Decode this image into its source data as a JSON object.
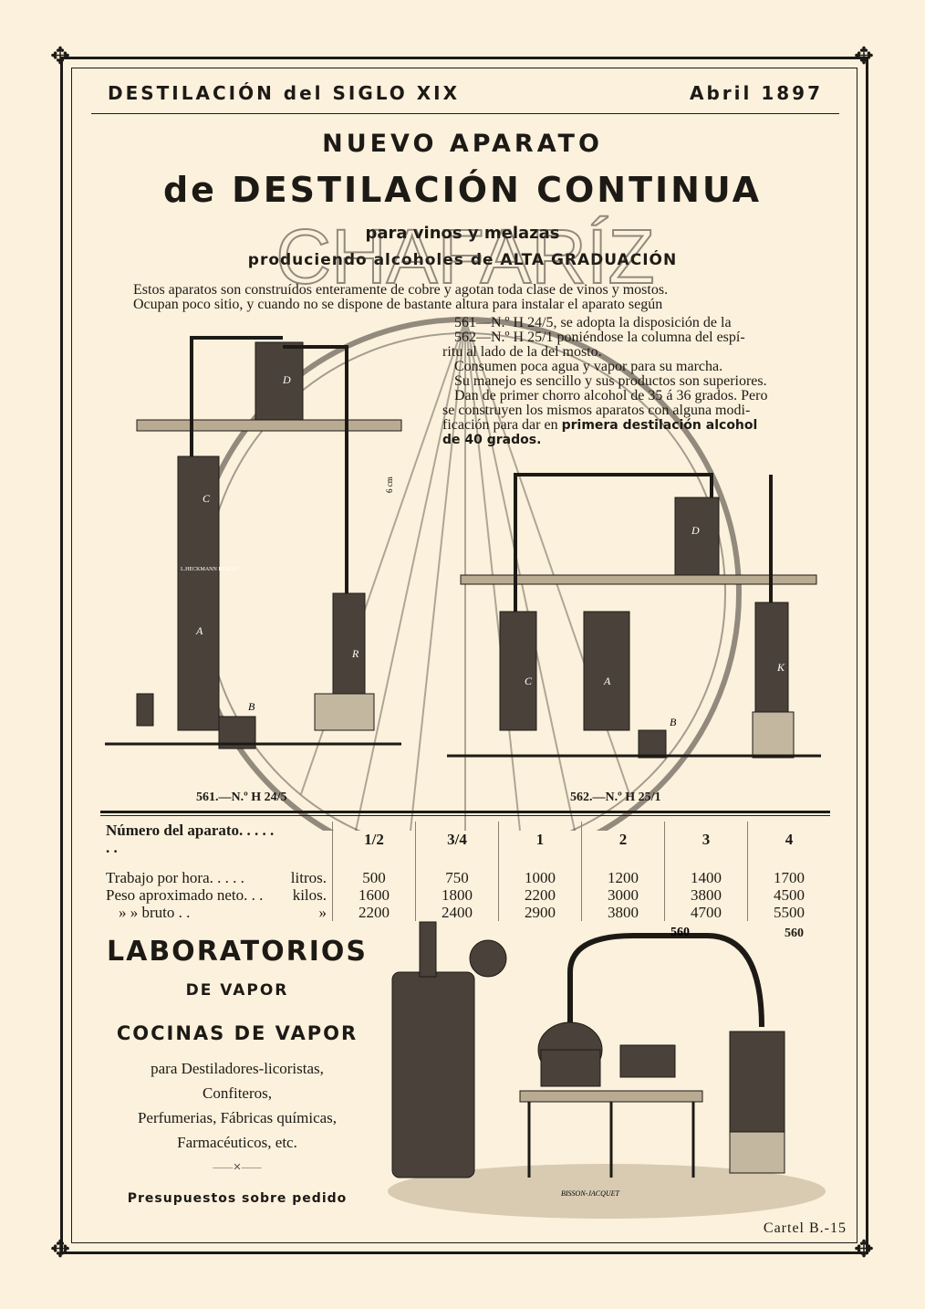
{
  "header": {
    "left": "DESTILACIÓN del SIGLO XIX",
    "right": "Abril 1897"
  },
  "title": {
    "line1": "NUEVO APARATO",
    "line2": "de DESTILACIÓN CONTINUA",
    "line3": "para vinos y melazas",
    "line4": "produciendo alcoholes de ALTA GRADUACIÓN"
  },
  "watermark": "CHAFARÍZ",
  "description": {
    "p1": "Estos aparatos son construídos enteramente de cobre y agotan toda clase de vinos y mostos.",
    "p2": "Ocupan poco sitio, y cuando no se dispone de bastante altura para instalar el aparato según",
    "p3": "561—N.º H 24/5, se adopta la disposición de la",
    "p4": "562—N.º H 25/1 poniéndose la columna del espí-",
    "p5": "ritu al lado de la del mosto.",
    "p6": "Consumen poca agua y vapor para su marcha.",
    "p7": "Su manejo es sencillo y sus productos son superiores.",
    "p8": "Dan de primer chorro alcohol de 35 á 36 grados. Pero",
    "p9": "se construyen los mismos aparatos con alguna modi-",
    "p10a": "ficación para dar en ",
    "p10b": "primera destilación alcohol",
    "p11": "de 40 grados."
  },
  "figures": {
    "fig1": "561.—N.º H 24/5",
    "fig2": "562.—N.º H 25/1",
    "fig3": "560",
    "labels": [
      "D",
      "C",
      "A",
      "B",
      "R",
      "D",
      "C",
      "A",
      "B",
      "K"
    ],
    "maker": "L.HECKMANN BERLIN",
    "scale": "6 cm"
  },
  "table": {
    "header": {
      "label": "Número del aparato. . . . . . .",
      "cols": [
        "1/2",
        "3/4",
        "1",
        "2",
        "3",
        "4"
      ]
    },
    "rows": [
      {
        "label": "Trabajo por hora. . . . .",
        "unit": "litros.",
        "values": [
          "500",
          "750",
          "1000",
          "1200",
          "1400",
          "1700"
        ]
      },
      {
        "label": "Peso aproximado neto. . .",
        "unit": "kilos.",
        "values": [
          "1600",
          "1800",
          "2200",
          "3000",
          "3800",
          "4500"
        ]
      },
      {
        "label": "»   »   bruto . .",
        "unit": "»",
        "values": [
          "2200",
          "2400",
          "2900",
          "3800",
          "4700",
          "5500"
        ]
      }
    ]
  },
  "lab": {
    "title": "LABORATORIOS",
    "sub1": "DE VAPOR",
    "sub2": "COCINAS DE VAPOR",
    "l1": "para Destiladores-licoristas,",
    "l2": "Confiteros,",
    "l3": "Perfumerias, Fábricas químicas,",
    "l4": "Farmacéuticos, etc.",
    "sep": "——✕——",
    "footer": "Presupuestos sobre pedido"
  },
  "cartel": "Cartel B.-15",
  "engraver": "BISSON-JACQUET"
}
